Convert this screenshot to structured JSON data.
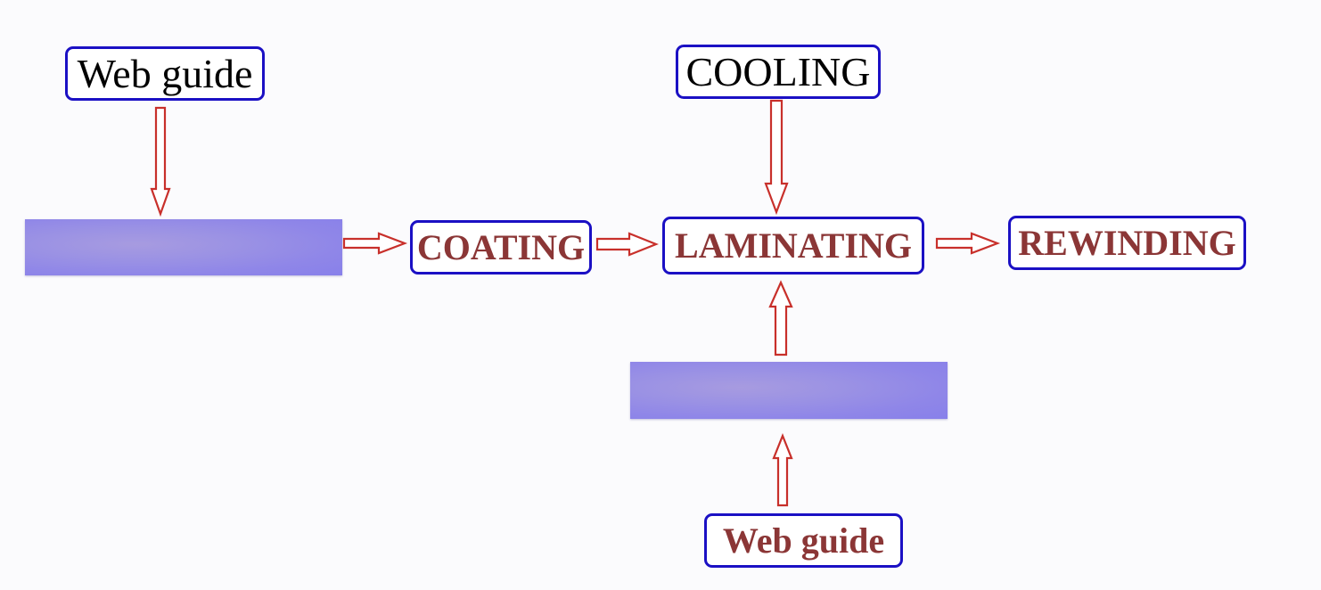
{
  "diagram": {
    "nodes": {
      "web_guide_top": "Web guide",
      "cooling": "COOLING",
      "coating": "COATING",
      "laminating": "LAMINATING",
      "rewinding": "REWINDING",
      "web_guide_bottom": "Web guide"
    },
    "colors": {
      "box_border": "#1b10c4",
      "arrow": "#c8302b",
      "red_text": "#8b3636",
      "web_roll": "#9b92e4"
    },
    "edges": [
      {
        "from": "web_guide_top",
        "to": "web_roll_left"
      },
      {
        "from": "web_roll_left",
        "to": "coating"
      },
      {
        "from": "coating",
        "to": "laminating"
      },
      {
        "from": "cooling",
        "to": "laminating"
      },
      {
        "from": "laminating",
        "to": "rewinding"
      },
      {
        "from": "web_roll_bottom",
        "to": "laminating"
      },
      {
        "from": "web_guide_bottom",
        "to": "web_roll_bottom"
      }
    ]
  }
}
